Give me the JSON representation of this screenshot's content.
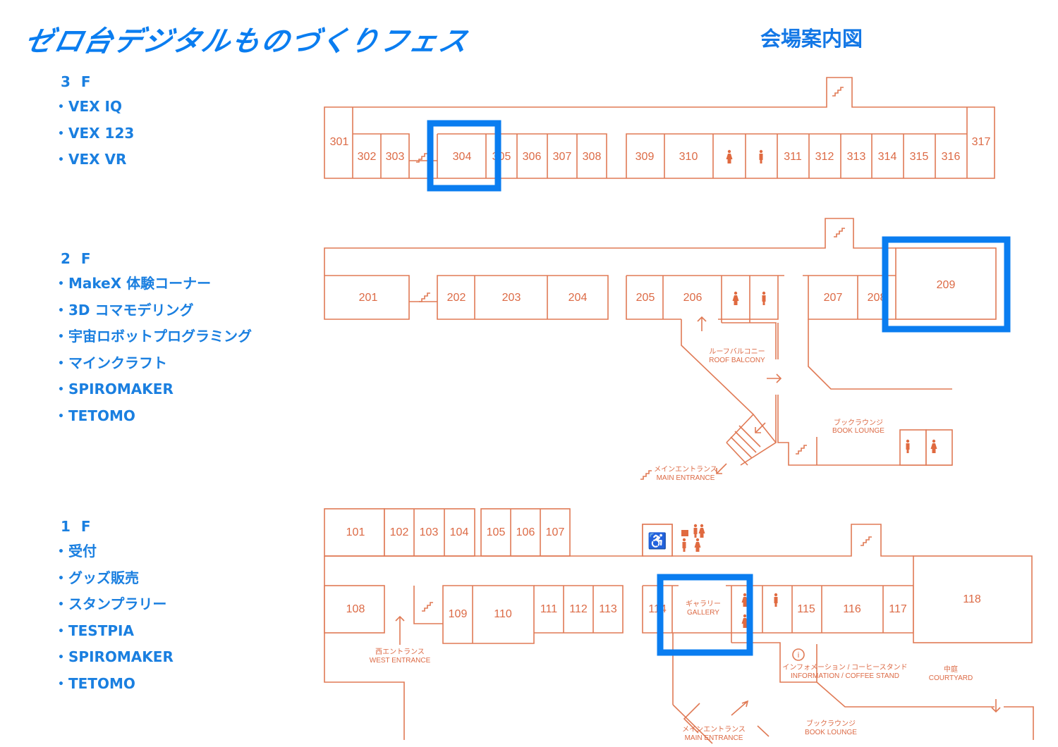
{
  "header": {
    "logo_text": "ゼロ台デジタルものづくりフェス",
    "title": "会場案内図"
  },
  "colors": {
    "accent_blue": "#0a7df0",
    "plan_line": "#e07a55"
  },
  "floors": [
    {
      "label": "3 F",
      "events": [
        "VEX IQ",
        "VEX 123",
        "VEX VR"
      ],
      "rooms": [
        "301",
        "302",
        "303",
        "304",
        "305",
        "306",
        "307",
        "308",
        "309",
        "310",
        "311",
        "312",
        "313",
        "314",
        "315",
        "316",
        "317"
      ],
      "highlighted": [
        "304"
      ]
    },
    {
      "label": "2 F",
      "events": [
        "MakeX 体験コーナー",
        "3D コマモデリング",
        "宇宙ロボットプログラミング",
        "マインクラフト",
        "SPIROMAKER",
        "TETOMO"
      ],
      "rooms": [
        "201",
        "202",
        "203",
        "204",
        "205",
        "206",
        "207",
        "208",
        "209"
      ],
      "highlighted": [
        "209"
      ],
      "places": {
        "roof_balcony_jp": "ルーフバルコニー",
        "roof_balcony_en": "ROOF BALCONY",
        "book_lounge_jp": "ブックラウンジ",
        "book_lounge_en": "BOOK LOUNGE",
        "main_entrance_jp": "メインエントランス",
        "main_entrance_en": "MAIN ENTRANCE"
      }
    },
    {
      "label": "1 F",
      "events": [
        "受付",
        "グッズ販売",
        "スタンプラリー",
        "TESTPIA",
        "SPIROMAKER",
        "TETOMO"
      ],
      "rooms": [
        "101",
        "102",
        "103",
        "104",
        "105",
        "106",
        "107",
        "108",
        "109",
        "110",
        "111",
        "112",
        "113",
        "114",
        "115",
        "116",
        "117",
        "118"
      ],
      "highlighted": [
        "gallery"
      ],
      "places": {
        "gallery_jp": "ギャラリー",
        "gallery_en": "GALLERY",
        "west_entrance_jp": "西エントランス",
        "west_entrance_en": "WEST ENTRANCE",
        "info_jp": "インフォメーション / コーヒースタンド",
        "info_en": "INFORMATION / COFFEE STAND",
        "courtyard_jp": "中庭",
        "courtyard_en": "COURTYARD",
        "main_entrance_jp": "メインエントランス",
        "main_entrance_en": "MAIN ENTRANCE",
        "book_lounge_jp": "ブックラウンジ",
        "book_lounge_en": "BOOK LOUNGE"
      }
    }
  ]
}
